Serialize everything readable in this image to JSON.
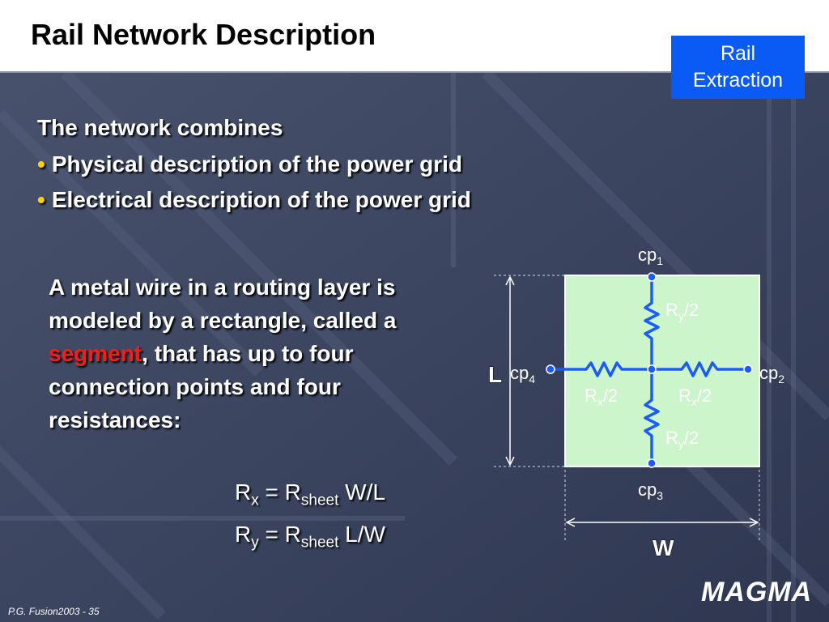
{
  "title": "Rail Network Description",
  "badge": {
    "line1": "Rail",
    "line2": "Extraction"
  },
  "intro": "The network combines",
  "bullets": [
    "Physical description of the power grid",
    "Electrical description of the power grid"
  ],
  "paragraph": {
    "part1": "A metal wire in a routing layer is modeled by a rectangle, called a ",
    "highlight": "segment",
    "part2": ", that has up to four connection points and four resistances:"
  },
  "equations": {
    "rx": {
      "lhs": "R",
      "lhs_sub": "x",
      "eq": " = R",
      "rhs_sub": "sheet",
      "rhs": " W/L"
    },
    "ry": {
      "lhs": "R",
      "lhs_sub": "y",
      "eq": " = R",
      "rhs_sub": "sheet",
      "rhs": " L/W"
    }
  },
  "diagram": {
    "cp1": {
      "base": "cp",
      "sub": "1"
    },
    "cp2": {
      "base": "cp",
      "sub": "2"
    },
    "cp3": {
      "base": "cp",
      "sub": "3"
    },
    "cp4": {
      "base": "cp",
      "sub": "4"
    },
    "ry_top": {
      "base": "R",
      "sub": "y",
      "tail": "/2"
    },
    "ry_bottom": {
      "base": "R",
      "sub": "y",
      "tail": "/2"
    },
    "rx_left": {
      "base": "R",
      "sub": "x",
      "tail": "/2"
    },
    "rx_right": {
      "base": "R",
      "sub": "x",
      "tail": "/2"
    },
    "dim_l": "L",
    "dim_w": "W",
    "colors": {
      "fill": "#ccf5cc",
      "wire": "#1a5cff",
      "resistor_label": "#ffffff"
    }
  },
  "footer": "P.G. Fusion2003 -  35",
  "logo": "MAGMA"
}
